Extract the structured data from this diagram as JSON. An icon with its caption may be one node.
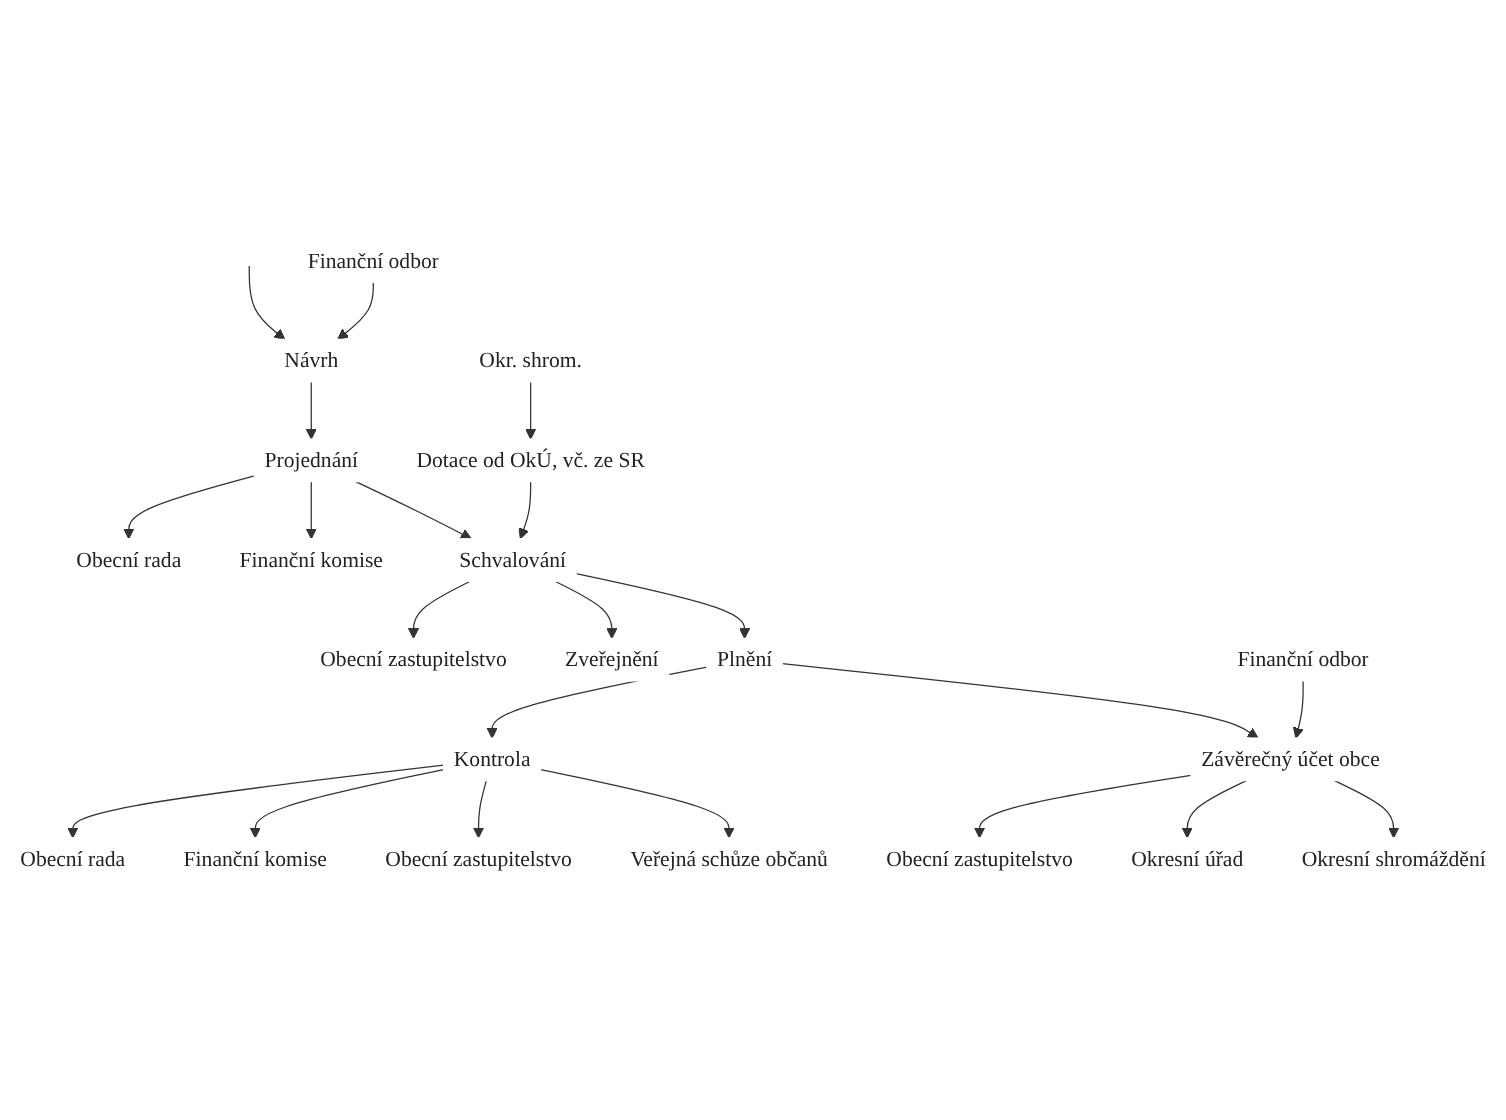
{
  "diagram": {
    "nodes": [
      {
        "text": [
          "Návrh"
        ]
      },
      {
        "text": [
          "Finanční odbor"
        ]
      },
      {
        "text": [
          "Projednání"
        ]
      },
      {
        "text": [
          "Obecní rada"
        ]
      },
      {
        "text": [
          "Finanční komise"
        ]
      },
      {
        "text": [
          "Schvalování"
        ]
      },
      {
        "text": [
          "Obecní zastupitelstvo"
        ]
      },
      {
        "text": [
          "Dotace od OkÚ, vč. ze SR"
        ]
      },
      {
        "text": [
          "Okr. shrom."
        ]
      },
      {
        "text": [
          "Zveřejnění"
        ]
      },
      {
        "text": [
          "Plnění"
        ]
      },
      {
        "text": [
          "Kontrola"
        ]
      },
      {
        "text": [
          "Obecní rada"
        ]
      },
      {
        "text": [
          "Finanční komise"
        ]
      },
      {
        "text": [
          "Obecní zastupitelstvo"
        ]
      },
      {
        "text": [
          "Veřejná schůze občanů"
        ]
      },
      {
        "text": [
          "Závěrečný účet obce"
        ]
      },
      {
        "text": [
          "Finanční odbor"
        ]
      },
      {
        "text": [
          "Obecní zastupitelstvo"
        ]
      },
      {
        "text": [
          "Okresní úřad"
        ]
      },
      {
        "text": [
          "Okresní shromáždění"
        ]
      }
    ],
    "edges": [
      {
        "from": null,
        "to": 0,
        "arrow": "to"
      },
      {
        "from": 1,
        "to": 0,
        "arrow": "to"
      },
      {
        "from": 0,
        "to": 2,
        "arrow": "to"
      },
      {
        "from": 2,
        "to": 3,
        "arrow": "to"
      },
      {
        "from": 2,
        "to": 4,
        "arrow": "to"
      },
      {
        "from": 2,
        "to": 5,
        "arrow": "to"
      },
      {
        "from": 5,
        "to": 6,
        "arrow": "to"
      },
      {
        "from": 7,
        "to": 5,
        "arrow": "to"
      },
      {
        "from": 8,
        "to": 7,
        "arrow": "to"
      },
      {
        "from": 5,
        "to": 9,
        "arrow": "to"
      },
      {
        "from": 5,
        "to": 10,
        "arrow": "to"
      },
      {
        "from": 10,
        "to": 11,
        "arrow": "to"
      },
      {
        "from": 11,
        "to": 12,
        "arrow": "to"
      },
      {
        "from": 11,
        "to": 13,
        "arrow": "to"
      },
      {
        "from": 11,
        "to": 14,
        "arrow": "to"
      },
      {
        "from": 11,
        "to": 15,
        "arrow": "to"
      },
      {
        "from": 10,
        "to": 16,
        "arrow": "to"
      },
      {
        "from": 17,
        "to": 16,
        "arrow": "to"
      },
      {
        "from": 16,
        "to": 18,
        "arrow": "to"
      },
      {
        "from": 16,
        "to": 19,
        "arrow": "to"
      },
      {
        "from": 16,
        "to": 20,
        "arrow": "to"
      }
    ]
  }
}
